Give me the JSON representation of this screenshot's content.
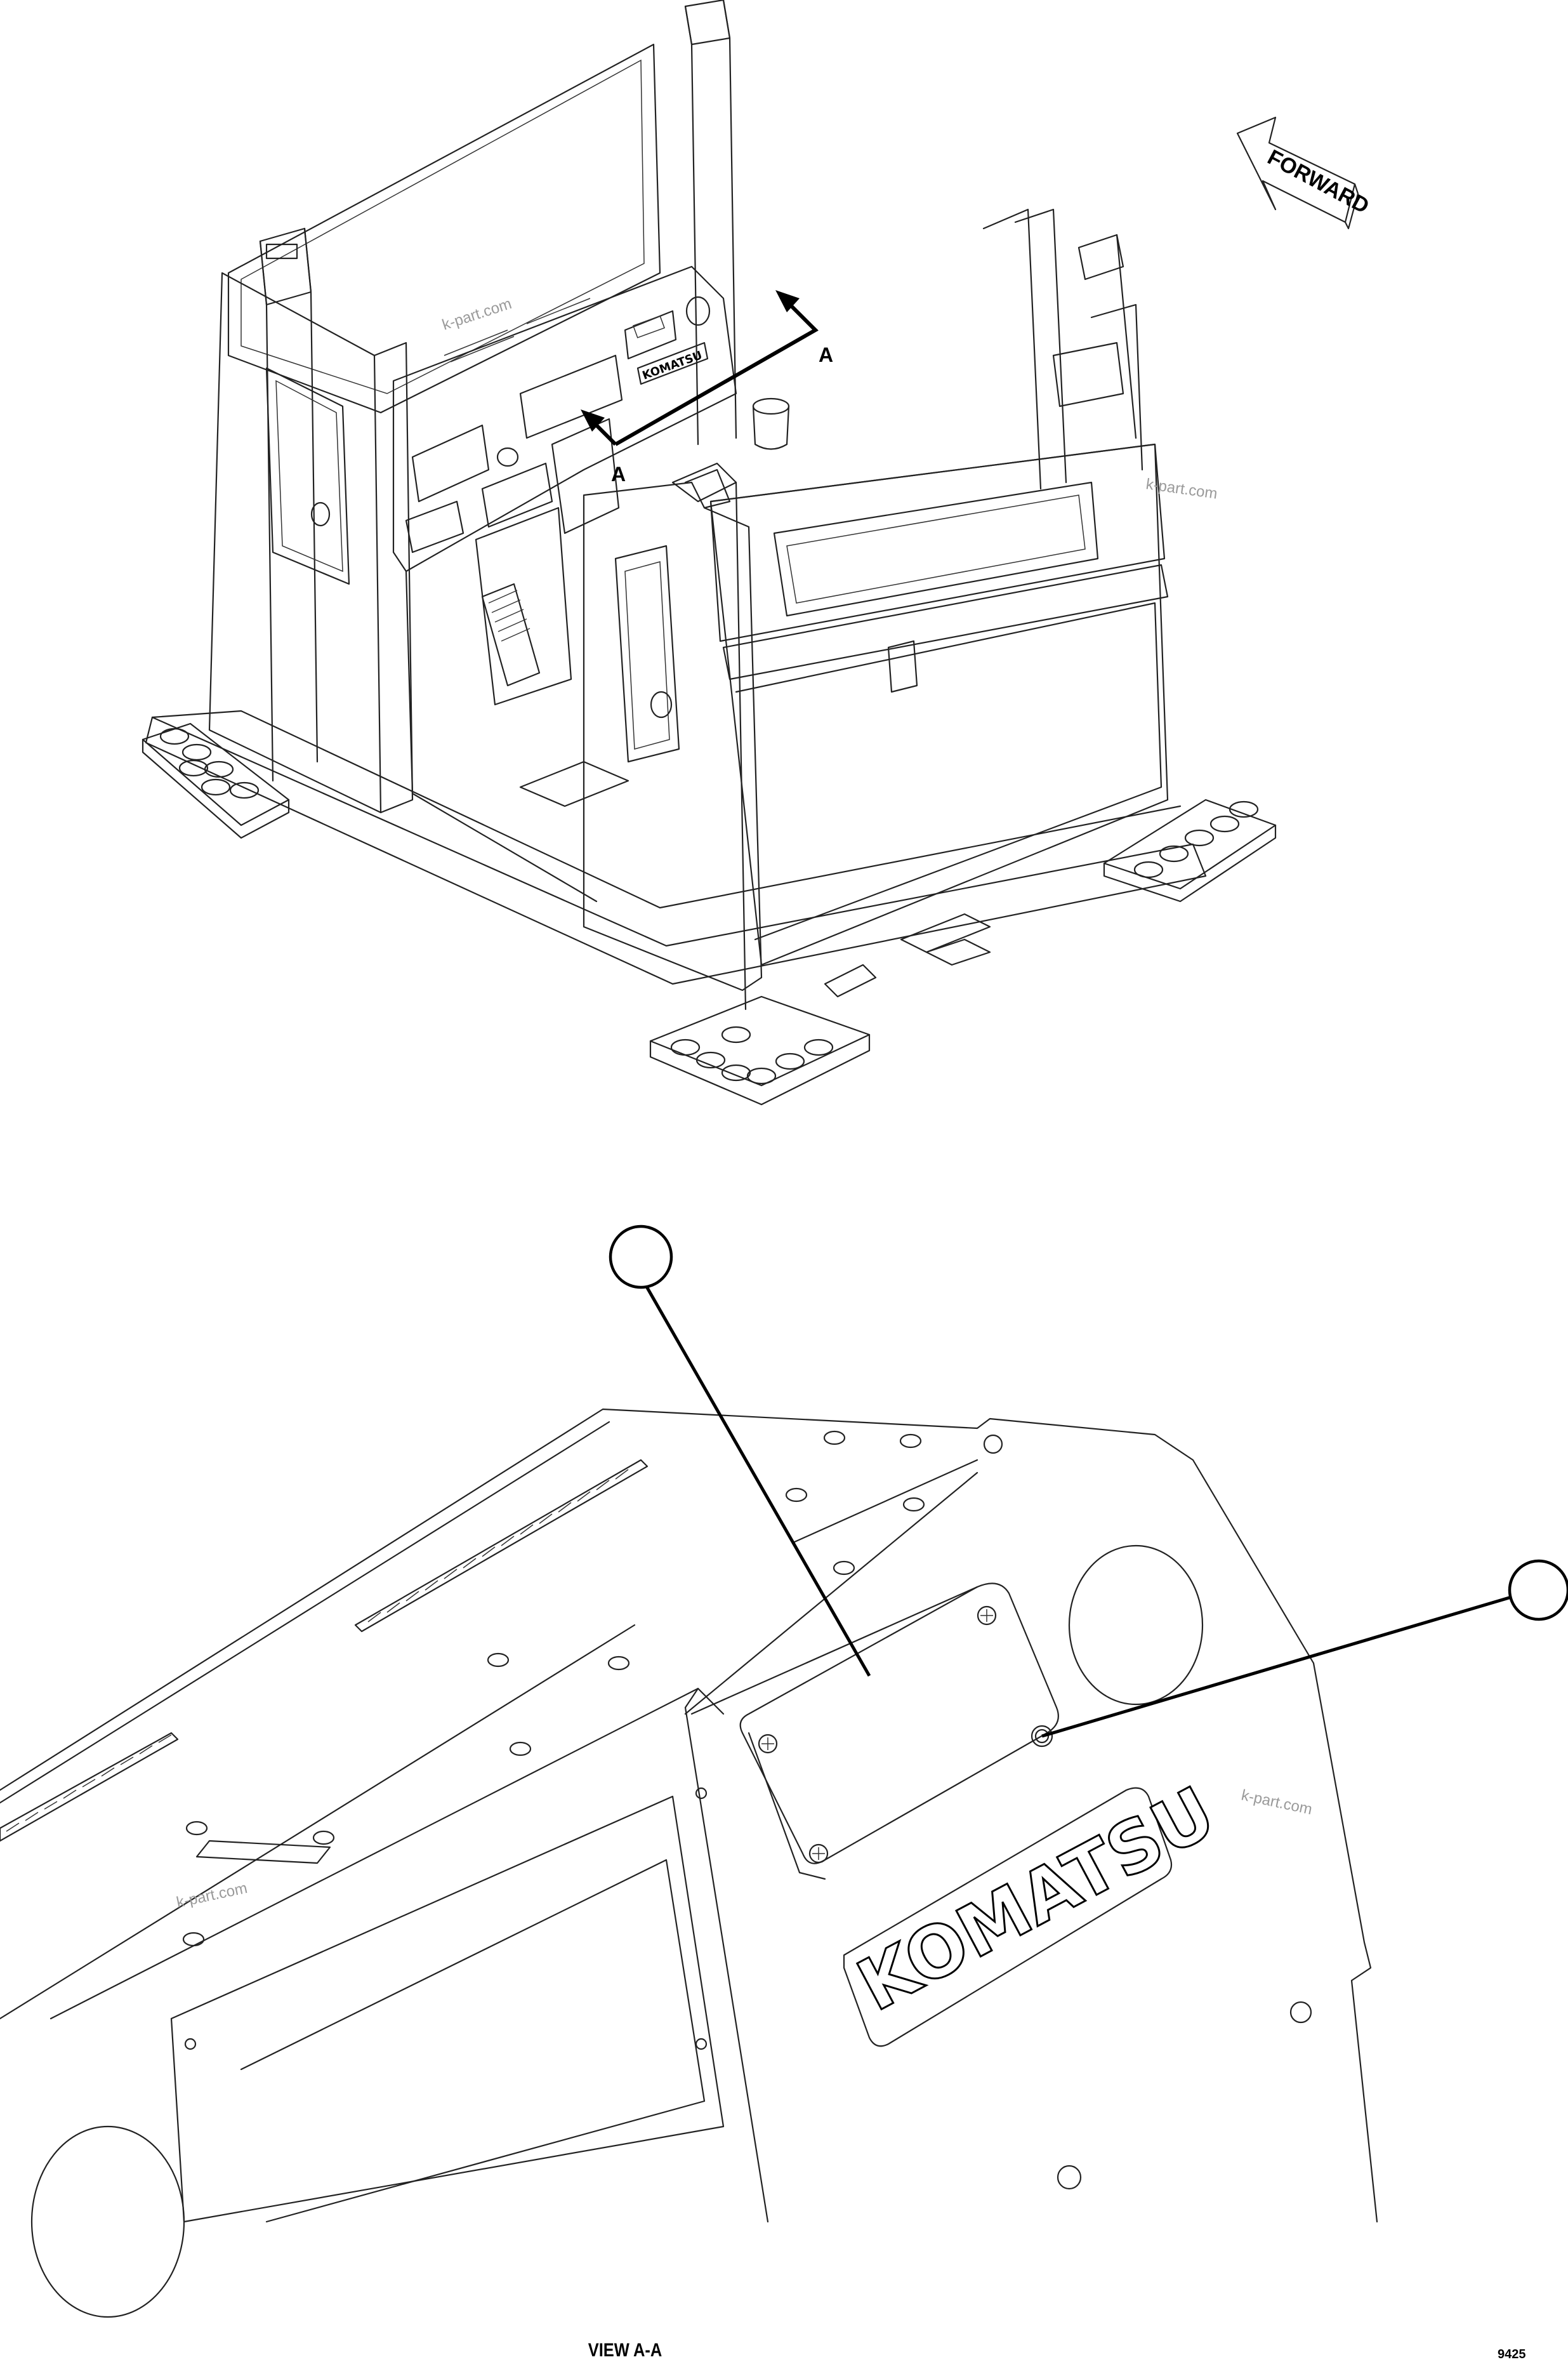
{
  "upper_view": {
    "direction_arrow": {
      "label": "FORWARD",
      "icon": "forward-arrow-icon"
    },
    "section_marker": "A",
    "section_marker_2": "A",
    "plate_logo": "KOMATSU",
    "watermark_1": "k-part.com",
    "watermark_2": "k-part.com"
  },
  "detail_view": {
    "logo": "KOMATSU",
    "watermark_1": "k-part.com",
    "watermark_2": "k-part.com",
    "callouts": [
      {
        "id": "1",
        "label": ""
      },
      {
        "id": "2",
        "label": ""
      }
    ],
    "title": "VIEW A-A"
  },
  "figure_code": "9425"
}
